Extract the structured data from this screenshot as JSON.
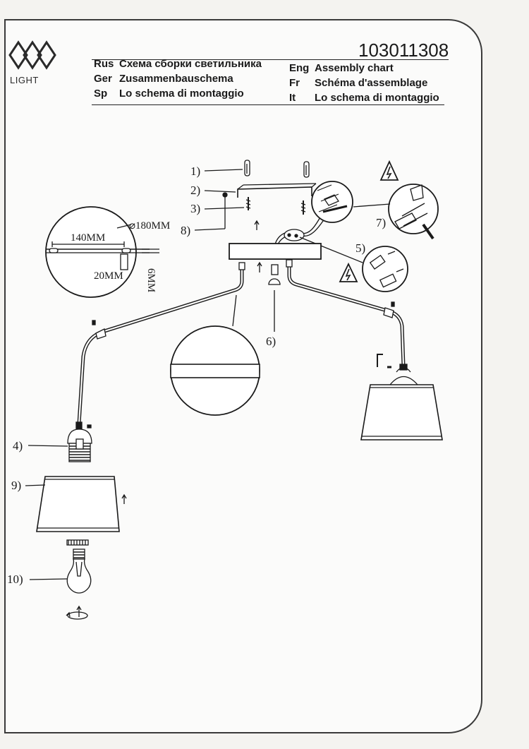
{
  "brand": {
    "logo_text": "LIGHT",
    "logo_icon": "mw-light-logo-icon"
  },
  "document": {
    "number": "103011308"
  },
  "header": {
    "left": [
      {
        "code": "Rus",
        "text": "Схема сборки светильника"
      },
      {
        "code": "Ger",
        "text": "Zusammenbauschema"
      },
      {
        "code": "Sp",
        "text": "Lo schema di montaggio"
      }
    ],
    "right": [
      {
        "code": "Eng",
        "text": "Assembly chart"
      },
      {
        "code": "Fr",
        "text": "Schéma d'assemblage"
      },
      {
        "code": "It",
        "text": "Lo schema di montaggio"
      }
    ]
  },
  "parts": {
    "p1": "1)",
    "p2": "2)",
    "p3": "3)",
    "p4": "4)",
    "p5": "5)",
    "p6": "6)",
    "p7": "7)",
    "p8": "8)",
    "p9": "9)",
    "p10": "10)"
  },
  "dimensions": {
    "diameter": "⌀180MM",
    "length": "140MM",
    "thickness": "6MM",
    "offset": "20MM"
  },
  "colors": {
    "line": "#1a1a1a",
    "paper": "#fbfbfa",
    "background": "#f4f3f0"
  }
}
